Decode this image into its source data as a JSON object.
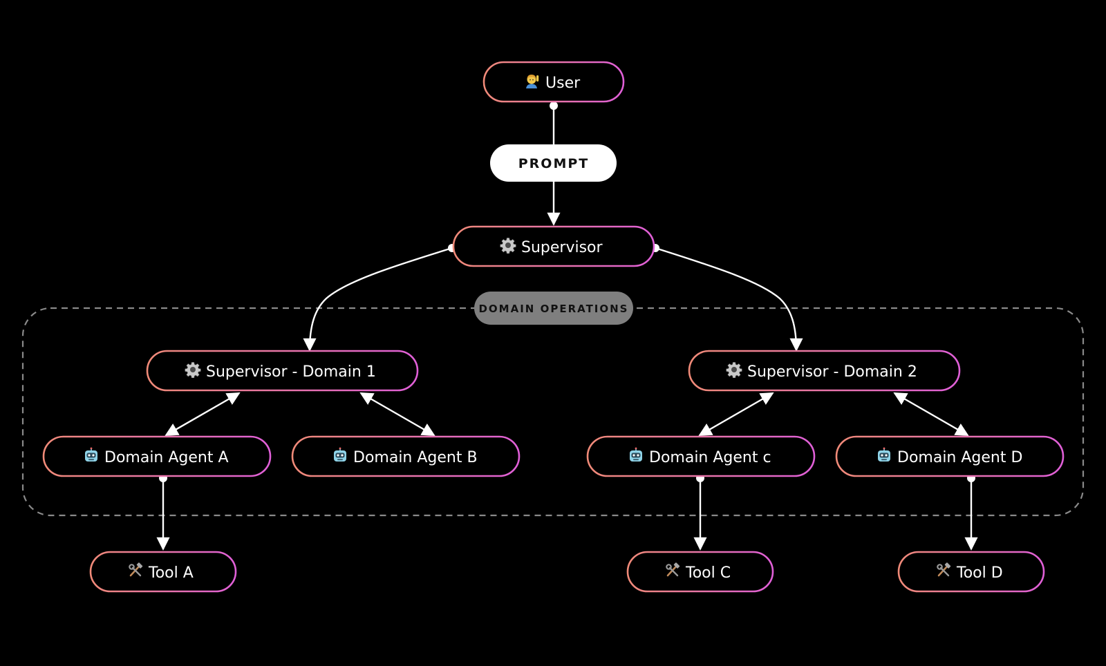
{
  "diagram": {
    "colors": {
      "background": "#000000",
      "node_stroke_start": "#f08a78",
      "node_stroke_end": "#e05fd8",
      "edge": "#ffffff",
      "group_border": "#8a8a8a",
      "prompt_fill": "#ffffff",
      "prompt_text": "#111111",
      "group_label_fill": "#7f7f7f",
      "group_label_text": "#111111"
    },
    "nodes": {
      "user": {
        "icon": "person-raising-hand-icon",
        "label": "User"
      },
      "supervisor": {
        "icon": "gear-icon",
        "label": "Supervisor"
      },
      "supervisor_domain_1": {
        "icon": "gear-icon",
        "label": "Supervisor - Domain 1"
      },
      "supervisor_domain_2": {
        "icon": "gear-icon",
        "label": "Supervisor - Domain 2"
      },
      "agent_a": {
        "icon": "robot-icon",
        "label": "Domain Agent A"
      },
      "agent_b": {
        "icon": "robot-icon",
        "label": "Domain Agent B"
      },
      "agent_c": {
        "icon": "robot-icon",
        "label": "Domain Agent c"
      },
      "agent_d": {
        "icon": "robot-icon",
        "label": "Domain Agent D"
      },
      "tool_a": {
        "icon": "tools-icon",
        "label": "Tool A"
      },
      "tool_c": {
        "icon": "tools-icon",
        "label": "Tool C"
      },
      "tool_d": {
        "icon": "tools-icon",
        "label": "Tool D"
      }
    },
    "edge_label": {
      "text": "PROMPT"
    },
    "group": {
      "label": "DOMAIN OPERATIONS"
    }
  }
}
